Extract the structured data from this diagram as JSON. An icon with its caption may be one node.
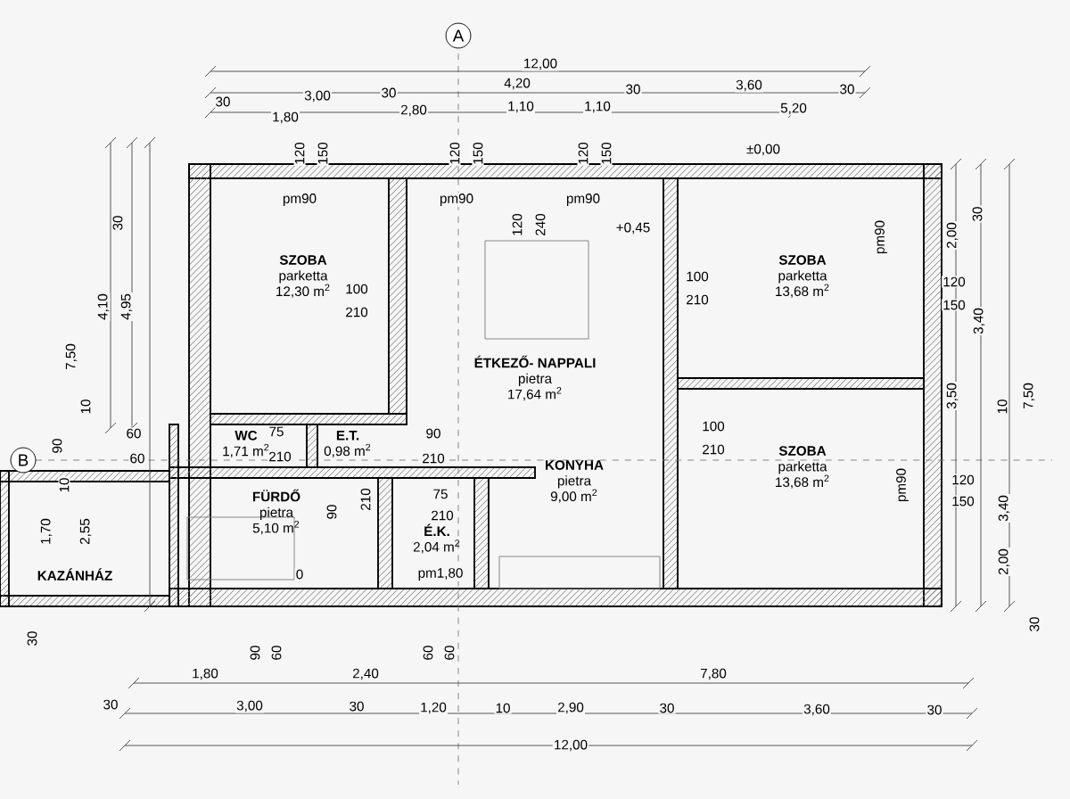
{
  "diagram": {
    "nodes": [
      {
        "text": [
          "SZOBA",
          "parketta",
          "12,30 m$^{2}$"
        ]
      },
      {
        "text": [
          "ÉTKEZŐ- NAPPALI",
          "pietra",
          "17,64 m$^{2}$"
        ]
      },
      {
        "text": [
          "SZOBA",
          "parketta",
          "13,68 m$^{2}$"
        ]
      },
      {
        "text": [
          "WC",
          "1,71 m$^{2}$"
        ]
      },
      {
        "text": [
          "E.T.",
          "0,98 m$^{2}$"
        ]
      },
      {
        "text": [
          "FÜRDŐ",
          "pietra",
          "5,10 m$^{2}$"
        ]
      },
      {
        "text": [
          "É.K.",
          "2,04 m$^{2}$"
        ]
      },
      {
        "text": [
          "KONYHA",
          "pietra",
          "9,00 m$^{2}$"
        ]
      },
      {
        "text": [
          "SZOBA",
          "parketta",
          "13,68 m$^{2}$"
        ]
      },
      {
        "text": [
          "KAZÁNHÁZ"
        ]
      },
      {
        "text": [
          "A"
        ]
      },
      {
        "text": [
          "B"
        ]
      }
    ],
    "labels": [
      "12,00",
      "30",
      "3,00",
      "30",
      "4,20",
      "30",
      "3,60",
      "30",
      "1,80",
      "2,80",
      "1,10",
      "1,10",
      "5,20",
      "120",
      "150",
      "120",
      "150",
      "120",
      "150",
      "±0,00",
      "pm90",
      "pm90",
      "pm90",
      "30",
      "120",
      "240",
      "+0,45",
      "4,10",
      "4,95",
      "7,50",
      "10",
      "100",
      "210",
      "100",
      "210",
      "pm90",
      "120",
      "150",
      "30",
      "2,00",
      "3,40",
      "3,50",
      "10",
      "7,50",
      "3,40",
      "2,00",
      "60",
      "60",
      "90",
      "75",
      "210",
      "90",
      "210",
      "100",
      "210",
      "pm90",
      "120",
      "150",
      "1,70",
      "10",
      "2,55",
      "90",
      "210",
      "75",
      "210",
      "0",
      "pm1,80",
      "30",
      "30",
      "90",
      "60",
      "60",
      "60",
      "1,80",
      "2,40",
      "7,80",
      "30",
      "3,00",
      "30",
      "1,20",
      "10",
      "2,90",
      "30",
      "3,60",
      "30",
      "12,00"
    ]
  }
}
